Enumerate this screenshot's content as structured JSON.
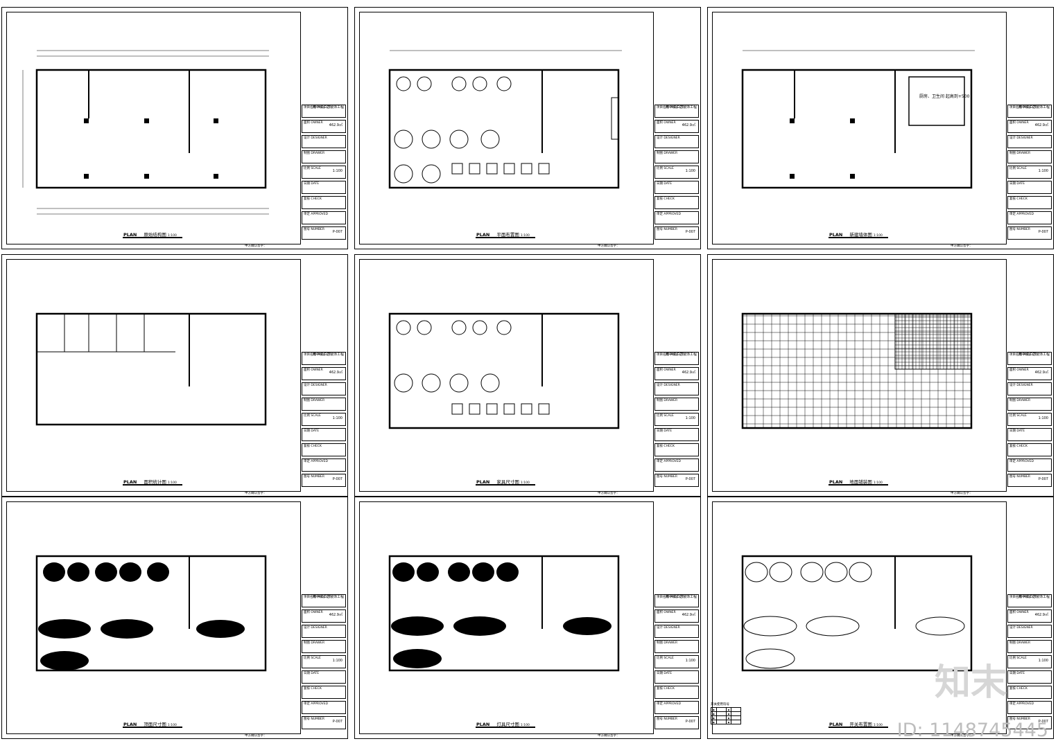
{
  "titleblock": {
    "project_label": "项目名称\nPROJECT",
    "project_value": "雨中漫二店装饰工程",
    "area_label": "面积\nOWNER",
    "area_value": "462.9㎡",
    "designer_label": "设计\nDESIGNER",
    "drawer_label": "制图\nDRAWER",
    "scale_label": "比例\nSCALE",
    "scale_value": "1:100",
    "date_label": "日期\nDATE",
    "check_label": "复核\nCHECK",
    "approved_label": "审定\nAPPROVED",
    "number_label": "图号\nNUMBER",
    "number_value": "P-007"
  },
  "signature_note": "甲方确认签字：",
  "sheets": [
    {
      "plan": "PLAN",
      "title": "原始结构图",
      "scale": "1:100"
    },
    {
      "plan": "PLAN",
      "title": "平面布置图",
      "scale": "1:100"
    },
    {
      "plan": "PLAN",
      "title": "新建墙体图",
      "scale": "1:100"
    },
    {
      "plan": "PLAN",
      "title": "面积统计图",
      "scale": "1:100"
    },
    {
      "plan": "PLAN",
      "title": "家具尺寸图",
      "scale": "1:100"
    },
    {
      "plan": "PLAN",
      "title": "地面铺装图",
      "scale": "1:100"
    },
    {
      "plan": "PLAN",
      "title": "顶面尺寸图",
      "scale": "1:100"
    },
    {
      "plan": "PLAN",
      "title": "灯具尺寸图",
      "scale": "1:100"
    },
    {
      "plan": "PLAN",
      "title": "开关布置图",
      "scale": "1:100"
    }
  ],
  "room_label": "厨房、卫生间\n起高到+500",
  "legend_title": "开关使用符号",
  "watermark": {
    "logo": "知末",
    "id": "ID: 1148745445"
  }
}
